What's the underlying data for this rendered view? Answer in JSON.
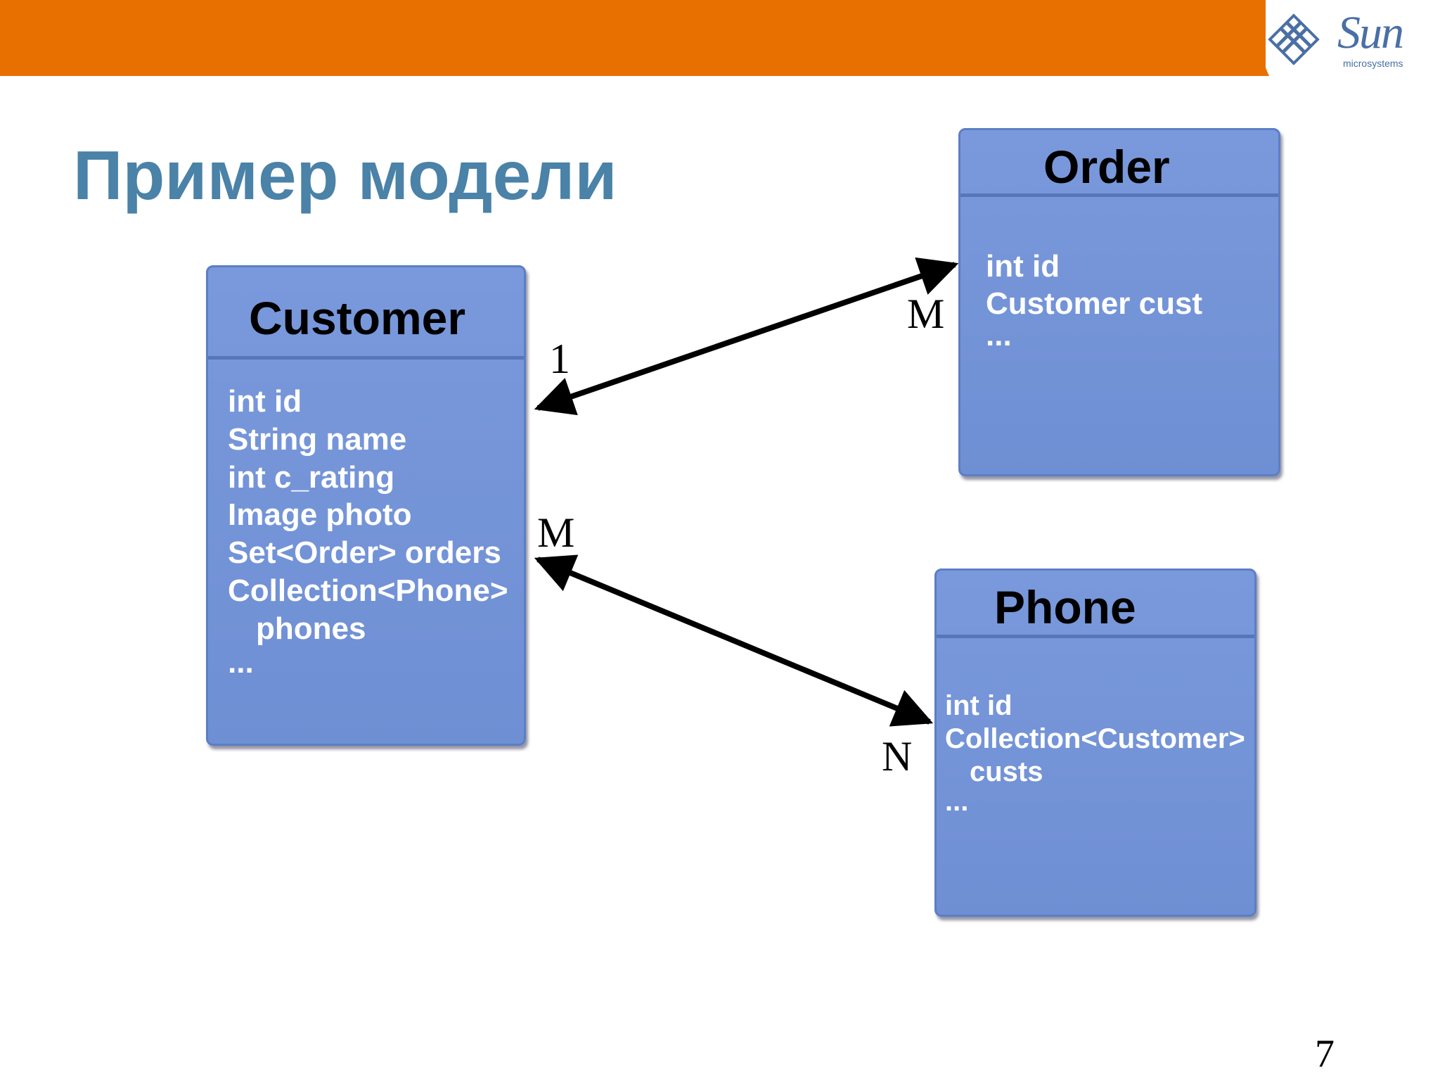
{
  "slide": {
    "title": "Пример модели",
    "page_number": "7"
  },
  "logo": {
    "name": "Sun",
    "subtitle": "microsystems"
  },
  "colors": {
    "top_bar": "#e87000",
    "title": "#4a82a8",
    "entity_fill": "#7593d8",
    "entity_border": "#5c7ec4",
    "field_text": "#ffffff",
    "header_text": "#000000"
  },
  "entities": {
    "customer": {
      "title": "Customer",
      "fields": [
        "int id",
        "String name",
        "int c_rating",
        "Image photo",
        "Set<Order> orders",
        "Collection<Phone>",
        "phones",
        "..."
      ]
    },
    "order": {
      "title": "Order",
      "fields": [
        "int id",
        "Customer cust",
        "..."
      ]
    },
    "phone": {
      "title": "Phone",
      "fields": [
        "int id",
        "Collection<Customer>",
        "custs",
        "..."
      ]
    }
  },
  "relations": [
    {
      "from": "Customer",
      "to": "Order",
      "from_multiplicity": "1",
      "to_multiplicity": "M"
    },
    {
      "from": "Customer",
      "to": "Phone",
      "from_multiplicity": "M",
      "to_multiplicity": "N"
    }
  ]
}
